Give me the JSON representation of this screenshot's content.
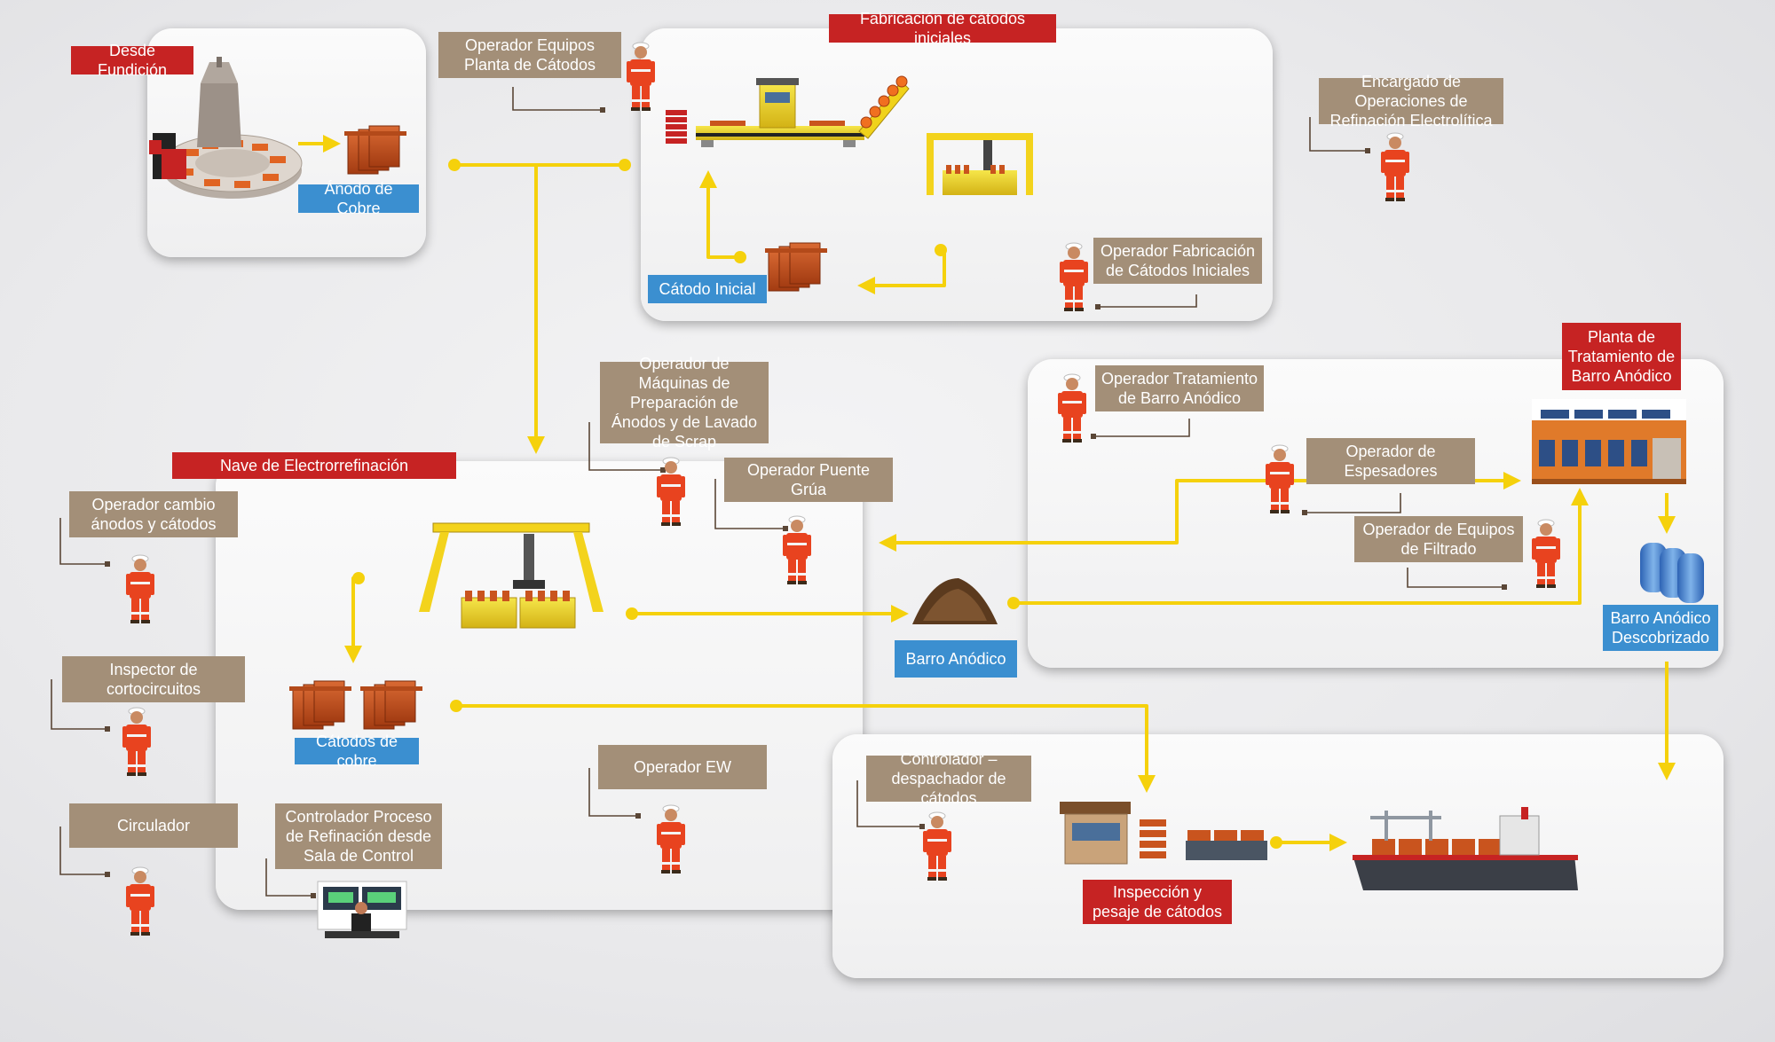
{
  "colors": {
    "connector": "#f5d10c",
    "tan_label": "#a38f78",
    "red_label": "#c62323",
    "blue_label": "#3b8fd0",
    "copper": "#c9541e",
    "worker_vest": "#e8431f"
  },
  "labels": {
    "desde_fundicion": "Desde Fundición",
    "anodo_cobre": "Ánodo de Cobre",
    "op_equipos_planta": "Operador Equipos Planta de Cátodos",
    "fabricacion_titulo": "Fabricación de cátodos iniciales",
    "catodo_inicial": "Cátodo Inicial",
    "op_fabricacion": "Operador Fabricación de Cátodos Iniciales",
    "encargado": "Encargado de Operaciones de Refinación Electrolítica",
    "op_maquinas": "Operador de Máquinas de Preparación de Ánodos y de Lavado de Scrap",
    "nave_titulo": "Nave de Electrorrefinación",
    "op_puente_grua": "Operador Puente Grúa",
    "op_cambio": "Operador cambio ánodos y cátodos",
    "inspector": "Inspector de cortocircuitos",
    "circulador": "Circulador",
    "catodos_cobre": "Cátodos de cobre",
    "op_ew": "Operador EW",
    "controlador_proceso": "Controlador Proceso de Refinación desde Sala de Control",
    "barro_anodico": "Barro Anódico",
    "op_tratamiento": "Operador Tratamiento de Barro Anódico",
    "planta_tratamiento": "Planta de Tratamiento de Barro Anódico",
    "op_espesadores": "Operador de Espesadores",
    "op_filtrado": "Operador de Equipos de Filtrado",
    "barro_descobrizado": "Barro Anódico Descobrizado",
    "controlador_despachador": "Controlador – despachador de cátodos",
    "inspeccion_pesaje": "Inspección y pesaje de cátodos"
  }
}
